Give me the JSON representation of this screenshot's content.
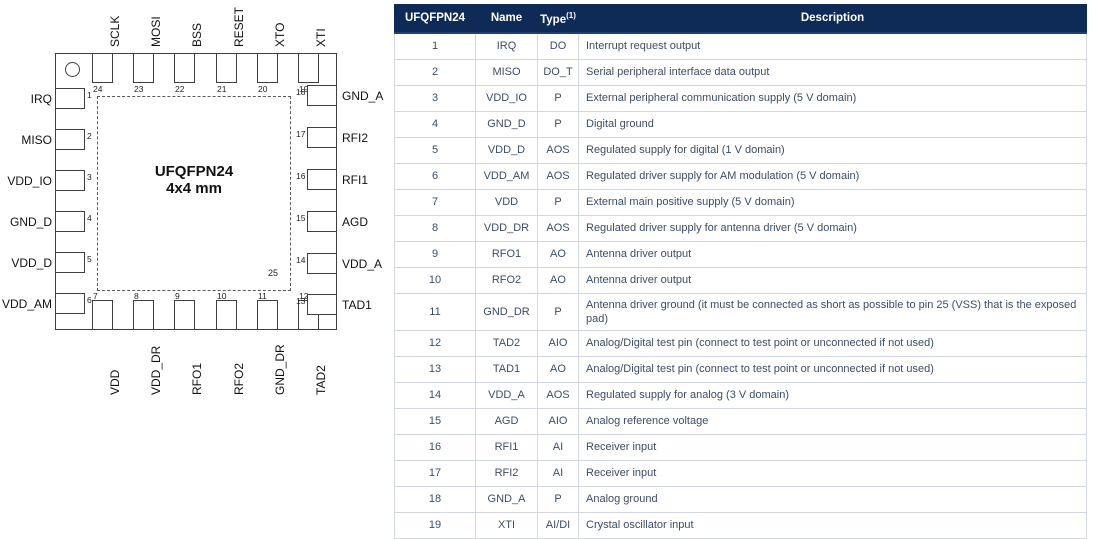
{
  "package": {
    "center_label_line1": "UFQFPN24",
    "center_label_line2": "4x4 mm",
    "exposed_pad_number": "25",
    "pins_top": [
      {
        "num": "24",
        "name": "SCLK"
      },
      {
        "num": "23",
        "name": "MOSI"
      },
      {
        "num": "22",
        "name": "BSS"
      },
      {
        "num": "21",
        "name": "RESET"
      },
      {
        "num": "20",
        "name": "XTO"
      },
      {
        "num": "19",
        "name": "XTI"
      }
    ],
    "pins_left": [
      {
        "num": "1",
        "name": "IRQ"
      },
      {
        "num": "2",
        "name": "MISO"
      },
      {
        "num": "3",
        "name": "VDD_IO"
      },
      {
        "num": "4",
        "name": "GND_D"
      },
      {
        "num": "5",
        "name": "VDD_D"
      },
      {
        "num": "6",
        "name": "VDD_AM"
      }
    ],
    "pins_bottom": [
      {
        "num": "7",
        "name": "VDD"
      },
      {
        "num": "8",
        "name": "VDD_DR"
      },
      {
        "num": "9",
        "name": "RFO1"
      },
      {
        "num": "10",
        "name": "RFO2"
      },
      {
        "num": "11",
        "name": "GND_DR"
      },
      {
        "num": "12",
        "name": "TAD2"
      }
    ],
    "pins_right": [
      {
        "num": "18",
        "name": "GND_A"
      },
      {
        "num": "17",
        "name": "RFI2"
      },
      {
        "num": "16",
        "name": "RFI1"
      },
      {
        "num": "15",
        "name": "AGD"
      },
      {
        "num": "14",
        "name": "VDD_A"
      },
      {
        "num": "13",
        "name": "TAD1"
      }
    ]
  },
  "table": {
    "headers": [
      "UFQFPN24",
      "Name",
      "Type",
      "Description"
    ],
    "type_header_footnote": "(1)",
    "header_bg": "#0d2b56",
    "rows": [
      {
        "pin": "1",
        "name": "IRQ",
        "type": "DO",
        "desc": "Interrupt request output"
      },
      {
        "pin": "2",
        "name": "MISO",
        "type": "DO_T",
        "desc": "Serial peripheral interface data output"
      },
      {
        "pin": "3",
        "name": "VDD_IO",
        "type": "P",
        "desc": "External peripheral communication supply (5 V domain)"
      },
      {
        "pin": "4",
        "name": "GND_D",
        "type": "P",
        "desc": "Digital ground"
      },
      {
        "pin": "5",
        "name": "VDD_D",
        "type": "AOS",
        "desc": "Regulated supply for digital (1 V domain)"
      },
      {
        "pin": "6",
        "name": "VDD_AM",
        "type": "AOS",
        "desc": "Regulated driver supply for AM modulation (5 V domain)"
      },
      {
        "pin": "7",
        "name": "VDD",
        "type": "P",
        "desc": "External main positive supply (5 V domain)"
      },
      {
        "pin": "8",
        "name": "VDD_DR",
        "type": "AOS",
        "desc": "Regulated driver supply for antenna driver (5 V domain)"
      },
      {
        "pin": "9",
        "name": "RFO1",
        "type": "AO",
        "desc": "Antenna driver output"
      },
      {
        "pin": "10",
        "name": "RFO2",
        "type": "AO",
        "desc": "Antenna driver output"
      },
      {
        "pin": "11",
        "name": "GND_DR",
        "type": "P",
        "desc": "Antenna driver ground (it must be connected as short as possible to pin 25 (VSS) that is the exposed pad)"
      },
      {
        "pin": "12",
        "name": "TAD2",
        "type": "AIO",
        "desc": "Analog/Digital test pin (connect to test point or unconnected if not used)"
      },
      {
        "pin": "13",
        "name": "TAD1",
        "type": "AO",
        "desc": "Analog/Digital test pin (connect to test point or unconnected if not used)"
      },
      {
        "pin": "14",
        "name": "VDD_A",
        "type": "AOS",
        "desc": "Regulated supply for analog (3 V domain)"
      },
      {
        "pin": "15",
        "name": "AGD",
        "type": "AIO",
        "desc": "Analog reference voltage"
      },
      {
        "pin": "16",
        "name": "RFI1",
        "type": "AI",
        "desc": "Receiver input"
      },
      {
        "pin": "17",
        "name": "RFI2",
        "type": "AI",
        "desc": "Receiver input"
      },
      {
        "pin": "18",
        "name": "GND_A",
        "type": "P",
        "desc": "Analog ground"
      },
      {
        "pin": "19",
        "name": "XTI",
        "type": "AI/DI",
        "desc": "Crystal oscillator input"
      }
    ]
  }
}
